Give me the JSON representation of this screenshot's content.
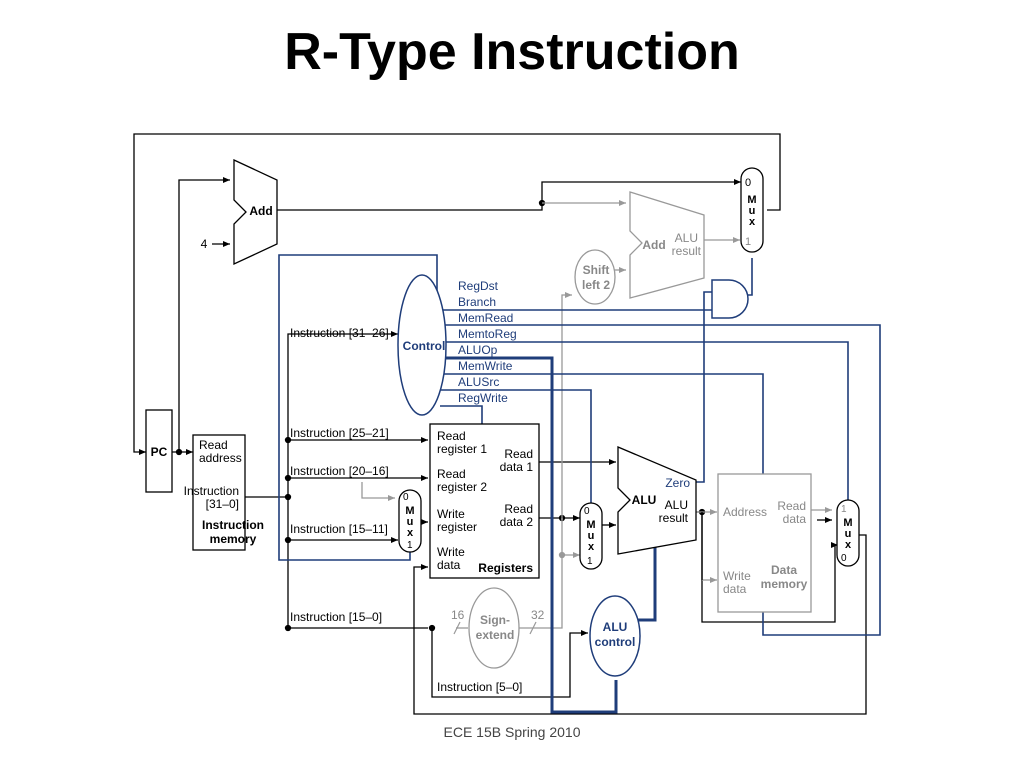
{
  "slide": {
    "title": "R-Type Instruction",
    "footer": "ECE 15B Spring 2010"
  },
  "diagram": {
    "pc_label": "PC",
    "add_label": "Add",
    "four_label": "4",
    "instr_mem": {
      "read_address": [
        "Read",
        "address"
      ],
      "instruction_out": [
        "Instruction",
        "[31–0]"
      ],
      "name": [
        "Instruction",
        "memory"
      ]
    },
    "control": {
      "name": "Control",
      "signals": [
        "RegDst",
        "Branch",
        "MemRead",
        "MemtoReg",
        "ALUOp",
        "MemWrite",
        "ALUSrc",
        "RegWrite"
      ]
    },
    "instr_fields": {
      "f31_26": "Instruction [31–26]",
      "f25_21": "Instruction [25–21]",
      "f20_16": "Instruction [20–16]",
      "f15_11": "Instruction [15–11]",
      "f15_0": "Instruction [15–0]",
      "f5_0": "Instruction [5–0]"
    },
    "registers": {
      "read_reg1": [
        "Read",
        "register 1"
      ],
      "read_reg2": [
        "Read",
        "register 2"
      ],
      "write_reg": [
        "Write",
        "register"
      ],
      "write_data": [
        "Write",
        "data"
      ],
      "read_data1": [
        "Read",
        "data 1"
      ],
      "read_data2": [
        "Read",
        "data 2"
      ],
      "name": "Registers"
    },
    "mux": {
      "label_chars": [
        "M",
        "u",
        "x"
      ],
      "zero": "0",
      "one": "1"
    },
    "alu": {
      "name": "ALU",
      "zero": "Zero",
      "result": [
        "ALU",
        "result"
      ]
    },
    "alu_control": [
      "ALU",
      "control"
    ],
    "sign_extend": {
      "name": [
        "Sign-",
        "extend"
      ],
      "in_bits": "16",
      "out_bits": "32"
    },
    "shift_left": [
      "Shift",
      "left 2"
    ],
    "branch_adder": {
      "name": "Add",
      "result": [
        "ALU",
        "result"
      ]
    },
    "data_memory": {
      "address": "Address",
      "read_data": [
        "Read",
        "data"
      ],
      "write_data": [
        "Write",
        "data"
      ],
      "name": [
        "Data",
        "memory"
      ]
    },
    "colors": {
      "control_path": "#1f3d7a",
      "inactive": "#999999",
      "active": "#000000"
    }
  }
}
